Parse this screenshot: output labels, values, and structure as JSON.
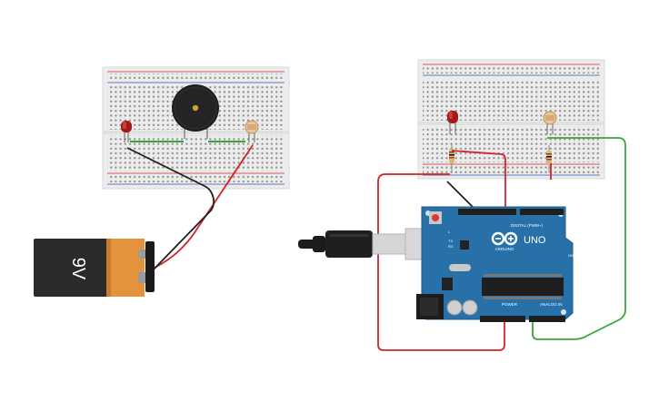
{
  "battery": {
    "label": "9V"
  },
  "arduino": {
    "model": "UNO",
    "brand": "ARDUINO",
    "digital_label": "DIGITAL (PWM~)",
    "analog_label": "ANALOG IN",
    "power_label": "POWER",
    "pin_tx": "TX",
    "pin_rx": "RX",
    "pin_l": "L",
    "pin_on": "ON"
  },
  "colors": {
    "wire_red": "#d3242b",
    "wire_black": "#202020",
    "wire_green": "#3aa53a",
    "board_blue": "#2770a8",
    "breadboard": "#ececec",
    "battery_orange": "#e3933c"
  },
  "icons": [
    "buzzer-icon",
    "led-icon",
    "photoresistor-icon",
    "resistor-icon",
    "usb-cable-icon",
    "infinity-logo-icon"
  ]
}
